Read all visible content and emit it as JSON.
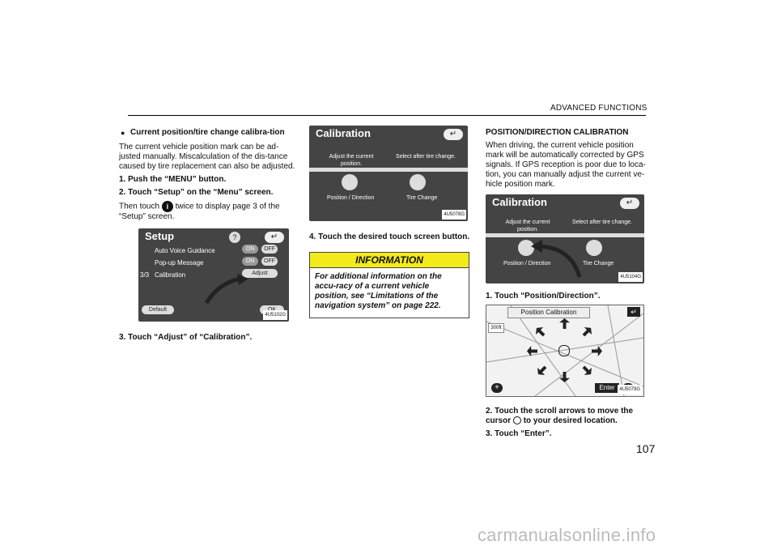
{
  "header": {
    "section": "ADVANCED FUNCTIONS"
  },
  "page_number": "107",
  "watermark": "carmanualsonline.info",
  "col1": {
    "bullet": "Current position/tire change calibra-tion",
    "intro": "The current vehicle position mark can be ad-justed manually.  Miscalculation of the dis-tance caused by tire replacement can also be adjusted.",
    "step1": "1. Push the “MENU” button.",
    "step2": "2. Touch “Setup” on the “Menu” screen.",
    "then_a": "Then touch",
    "then_icon": "i",
    "then_b": "twice to display page 3 of the “Setup” screen.",
    "step3": "3. Touch “Adjust” of “Calibration”.",
    "screen": {
      "title": "Setup",
      "help": "?",
      "back": "↵",
      "row1": "Auto Voice Guidance",
      "row2": "Pop-up Message",
      "row3": "Calibration",
      "page": "3/3",
      "on": "ON",
      "off": "OFF",
      "adjust": "Adjust",
      "default": "Default",
      "ok": "OK",
      "caption": "4U5102G"
    }
  },
  "col2": {
    "screen": {
      "title": "Calibration",
      "back": "↵",
      "label1": "Adjust the current position.",
      "label2": "Select after tire change.",
      "btn1": "Position / Direction",
      "btn2": "Tire Change",
      "caption": "4U5078G"
    },
    "step4": "4. Touch the desired touch screen button.",
    "info": {
      "heading": "INFORMATION",
      "body": "For additional information on the accu-racy of a current vehicle position, see “Limitations of the navigation system” on page 222."
    }
  },
  "col3": {
    "title": "POSITION/DIRECTION CALIBRATION",
    "intro": "When driving, the current vehicle position mark will be automatically corrected by GPS signals.  If GPS reception is poor due to loca-tion, you can manually adjust the current ve-hicle position mark.",
    "screen": {
      "title": "Calibration",
      "back": "↵",
      "label1": "Adjust the current position.",
      "label2": "Select after tire change.",
      "btn1": "Position / Direction",
      "btn2": "Tire Change",
      "caption": "4U5104G"
    },
    "step1": "1. Touch “Position/Direction”.",
    "map": {
      "title": "Position Calibration",
      "scale": "300ft",
      "enter": "Enter",
      "caption": "4U5079G"
    },
    "step2a": "2. Touch the scroll arrows to move the cursor",
    "step2b": "to your desired location.",
    "step3": "3. Touch “Enter”."
  }
}
